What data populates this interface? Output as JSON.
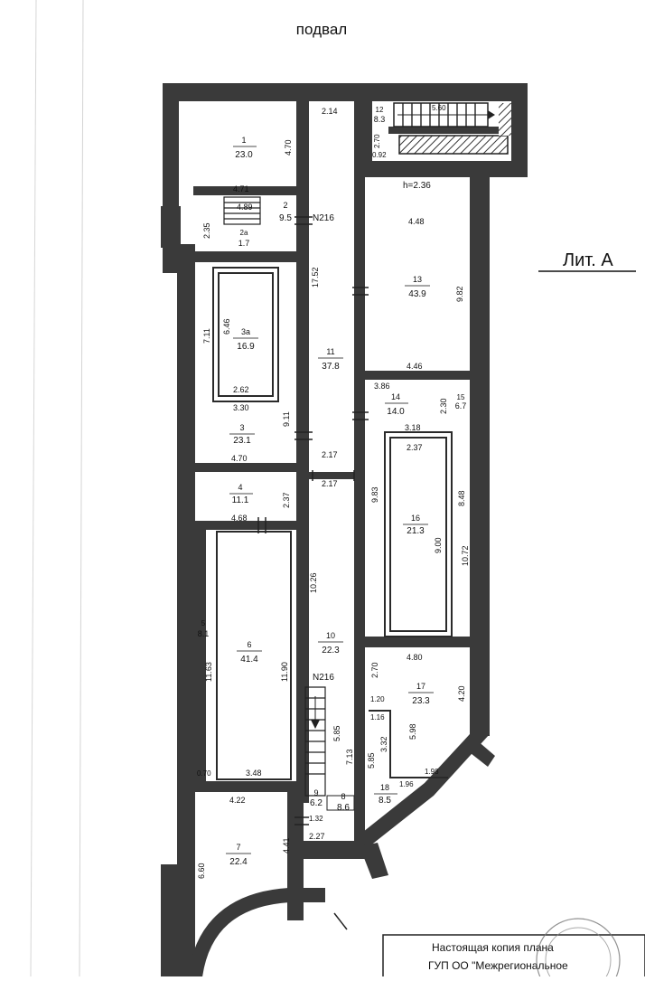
{
  "plan": {
    "title": "подвал",
    "litera": "Лит. А",
    "corridor_label_top": "N216",
    "corridor_label_bottom": "N216",
    "height_note": "h=2.36",
    "stamp_line1": "Настоящая  копия  плана",
    "stamp_line2": "ГУП ОО \"Межрегиональное",
    "rooms": [
      {
        "num": "1",
        "area": "23.0"
      },
      {
        "num": "2",
        "area": "9.5"
      },
      {
        "num": "2а",
        "area": "1.7"
      },
      {
        "num": "3а",
        "area": "16.9"
      },
      {
        "num": "3",
        "area": "23.1"
      },
      {
        "num": "4",
        "area": "11.1"
      },
      {
        "num": "5",
        "area": "8.1"
      },
      {
        "num": "6",
        "area": "41.4"
      },
      {
        "num": "7",
        "area": "22.4"
      },
      {
        "num": "8",
        "area": "8.6"
      },
      {
        "num": "9",
        "area": "6.2"
      },
      {
        "num": "10",
        "area": "22.3"
      },
      {
        "num": "11",
        "area": "37.8"
      },
      {
        "num": "12",
        "area": "8.3"
      },
      {
        "num": "13",
        "area": "43.9"
      },
      {
        "num": "14",
        "area": "14.0"
      },
      {
        "num": "15",
        "area": "6.7"
      },
      {
        "num": "16",
        "area": "21.3"
      },
      {
        "num": "17",
        "area": "23.3"
      },
      {
        "num": "18",
        "area": "8.5"
      }
    ],
    "dimensions": [
      "2.14",
      "4.70",
      "4.71",
      "4.89",
      "2.35",
      "2.70",
      "0.92",
      "5.60",
      "4.48",
      "9.82",
      "17.52",
      "7.11",
      "6.46",
      "2.62",
      "3.30",
      "9.11",
      "4.46",
      "3.86",
      "2.30",
      "3.18",
      "2.37",
      "4.70",
      "2.17",
      "2.17",
      "9.83",
      "8.48",
      "9.00",
      "10.72",
      "4.68",
      "2.37",
      "10.26",
      "11.63",
      "11.90",
      "4.80",
      "2.70",
      "4.20",
      "1.20",
      "1.16",
      "3.32",
      "5.98",
      "1.98",
      "1.96",
      "5.85",
      "7.13",
      "5.85",
      "0.70",
      "3.48",
      "4.22",
      "1.32",
      "2.27",
      "4.41",
      "6.60"
    ]
  }
}
